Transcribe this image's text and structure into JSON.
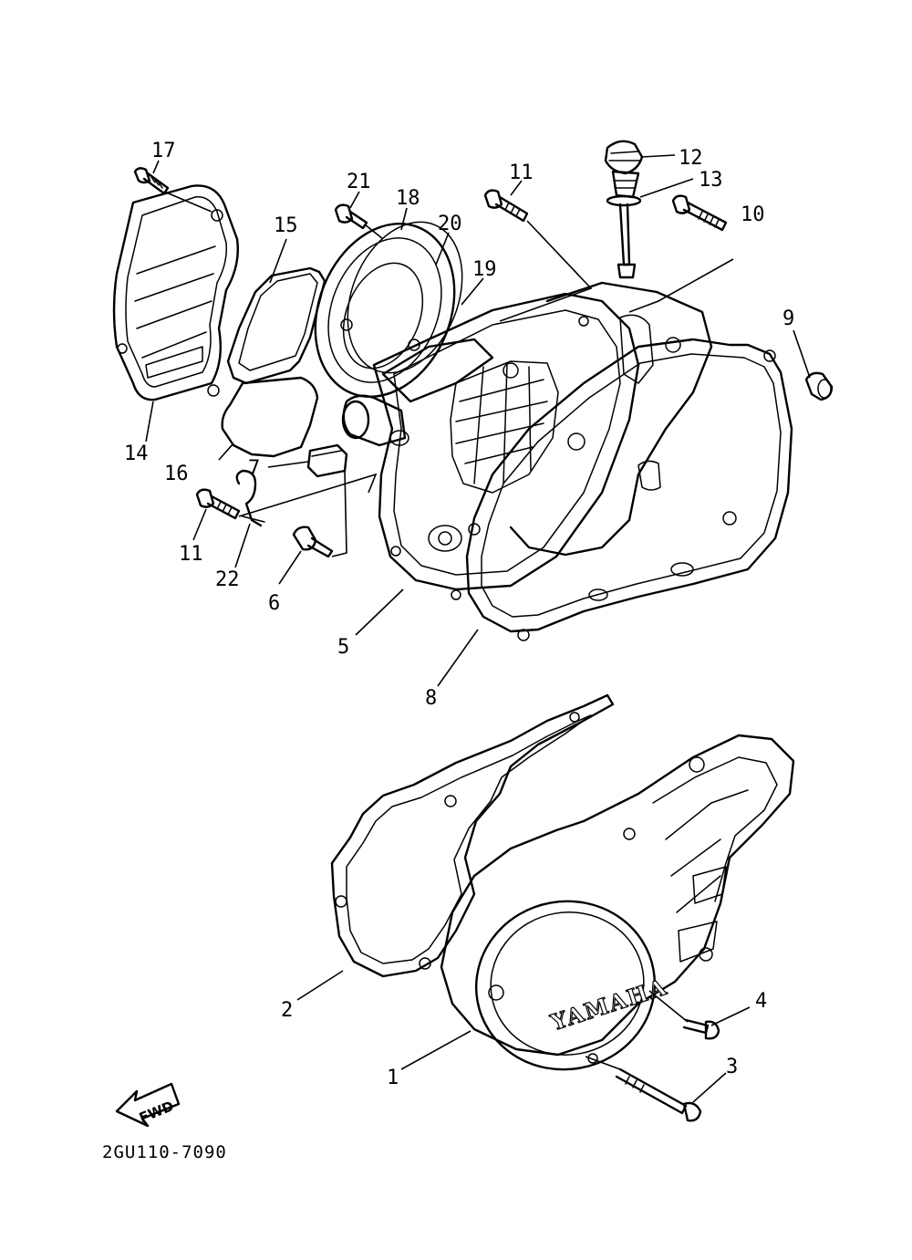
{
  "diagram": {
    "part_number": "2GU110-7090",
    "brand_mark": "YAMAHA",
    "direction_arrow": "FWD",
    "callouts": [
      "1",
      "2",
      "3",
      "4",
      "5",
      "6",
      "7",
      "8",
      "9",
      "10",
      "11",
      "11",
      "12",
      "13",
      "14",
      "15",
      "16",
      "17",
      "18",
      "19",
      "20",
      "21",
      "22"
    ]
  }
}
